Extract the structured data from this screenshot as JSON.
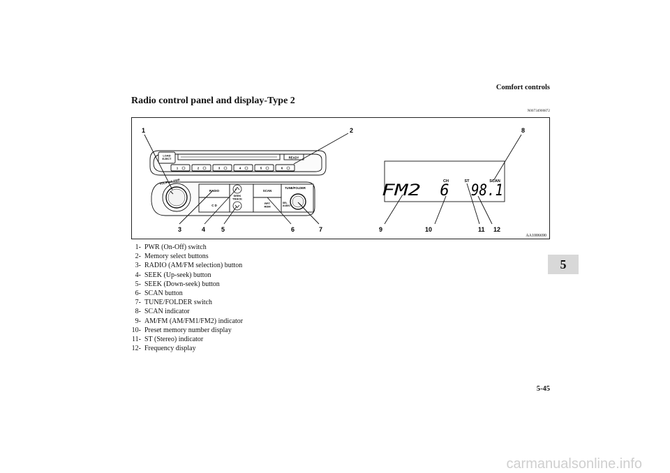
{
  "header": {
    "section_title": "Comfort controls"
  },
  "page": {
    "heading": "Radio control panel and display-Type 2",
    "ref_code": "N00734900872",
    "chapter_tab": "5",
    "page_number": "5-45"
  },
  "figure": {
    "callouts": [
      "1",
      "2",
      "3",
      "4",
      "5",
      "6",
      "7",
      "8",
      "9",
      "10",
      "11",
      "12"
    ],
    "figure_id": "AA1006690",
    "unit_labels": {
      "load_eject": "LOAD\nEJECT",
      "ready": "READY",
      "presets": [
        "1",
        "2",
        "3",
        "4",
        "5",
        "6"
      ],
      "pwr_vol": "VOL/Push PWR",
      "radio": "RADIO",
      "cd": "C D",
      "seek_track": "SEEK\nTRACK",
      "scan": "SCAN",
      "rpt_rdm": "RPT\nRDM",
      "tune_folder": "TUNE/FOLDER",
      "sel_audio": "SEL\nAUDIO"
    },
    "display": {
      "ch": "CH",
      "st": "ST",
      "scan": "SCAN",
      "band": "FM2",
      "preset": "6",
      "frequency": "98.1"
    }
  },
  "legend": [
    {
      "num": "1-",
      "text": "PWR (On-Off) switch"
    },
    {
      "num": "2-",
      "text": "Memory select buttons"
    },
    {
      "num": "3-",
      "text": "RADIO (AM/FM selection) button"
    },
    {
      "num": "4-",
      "text": "SEEK (Up-seek) button"
    },
    {
      "num": "5-",
      "text": "SEEK (Down-seek) button"
    },
    {
      "num": "6-",
      "text": "SCAN button"
    },
    {
      "num": "7-",
      "text": "TUNE/FOLDER switch"
    },
    {
      "num": "8-",
      "text": "SCAN indicator"
    },
    {
      "num": "9-",
      "text": "AM/FM (AM/FM1/FM2) indicator"
    },
    {
      "num": "10-",
      "text": "Preset memory number display"
    },
    {
      "num": "11-",
      "text": "ST (Stereo) indicator"
    },
    {
      "num": "12-",
      "text": "Frequency display"
    }
  ],
  "footer": {
    "watermark": "carmanualsonline.info"
  }
}
